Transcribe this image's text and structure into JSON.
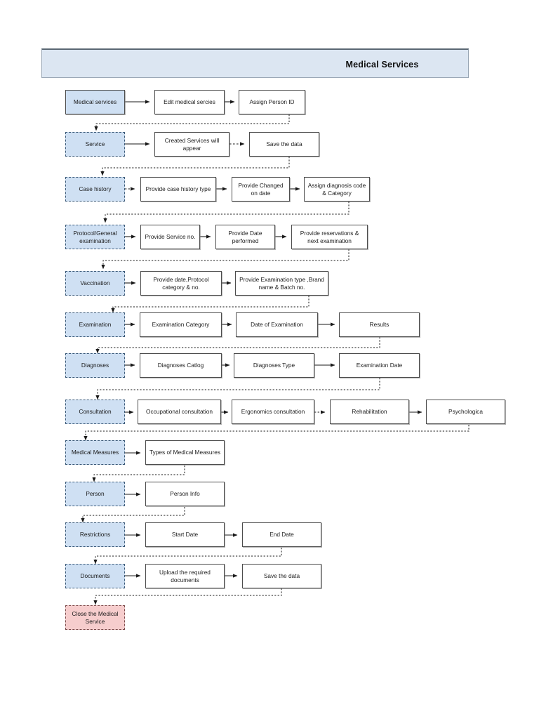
{
  "header": {
    "title": "Medical Services",
    "banner_color": "#dce6f2"
  },
  "colors": {
    "stage_fill": "#cfe0f3",
    "step_fill": "#ffffff",
    "terminal_fill": "#f6cdcd",
    "border": "#4d4d4d"
  },
  "flow": {
    "rows": [
      {
        "stage": "Medical services",
        "stage_style": "solid",
        "steps": [
          "Edit medical sercies",
          "Assign Person ID"
        ]
      },
      {
        "stage": "Service",
        "stage_style": "dashed",
        "steps": [
          "Created Services will appear",
          "Save the data"
        ]
      },
      {
        "stage": "Case history",
        "stage_style": "dashed",
        "steps": [
          "Provide case history type",
          "Provide Changed on date",
          "Assign diagnosis code & Category"
        ]
      },
      {
        "stage": "Protocol/General examination",
        "stage_style": "dashed",
        "steps": [
          "Provide Service no.",
          "Provide Date performed",
          "Provide reservations & next examination"
        ]
      },
      {
        "stage": "Vaccination",
        "stage_style": "dashed",
        "steps": [
          "Provide date,Protocol category & no.",
          "Provide Examination type ,Brand name & Batch no."
        ]
      },
      {
        "stage": "Examination",
        "stage_style": "dashed",
        "steps": [
          "Examination Category",
          "Date of Examination",
          "Results"
        ]
      },
      {
        "stage": "Diagnoses",
        "stage_style": "dashed",
        "steps": [
          "Diagnoses Catlog",
          "Diagnoses Type",
          "Examination Date"
        ]
      },
      {
        "stage": "Consultation",
        "stage_style": "dashed",
        "steps": [
          "Occupational consultation",
          "Ergonomics consultation",
          "Rehabilitation",
          "Psychologica"
        ]
      },
      {
        "stage": "Medical Measures",
        "stage_style": "dashed",
        "steps": [
          "Types of Medical Measures"
        ]
      },
      {
        "stage": "Person",
        "stage_style": "dashed",
        "steps": [
          "Person Info"
        ]
      },
      {
        "stage": "Restrictions",
        "stage_style": "dashed",
        "steps": [
          "Start Date",
          "End Date"
        ]
      },
      {
        "stage": "Documents",
        "stage_style": "dashed",
        "steps": [
          "Upload the required documents",
          "Save the data"
        ]
      }
    ],
    "terminal": "Close the Medical Service"
  }
}
